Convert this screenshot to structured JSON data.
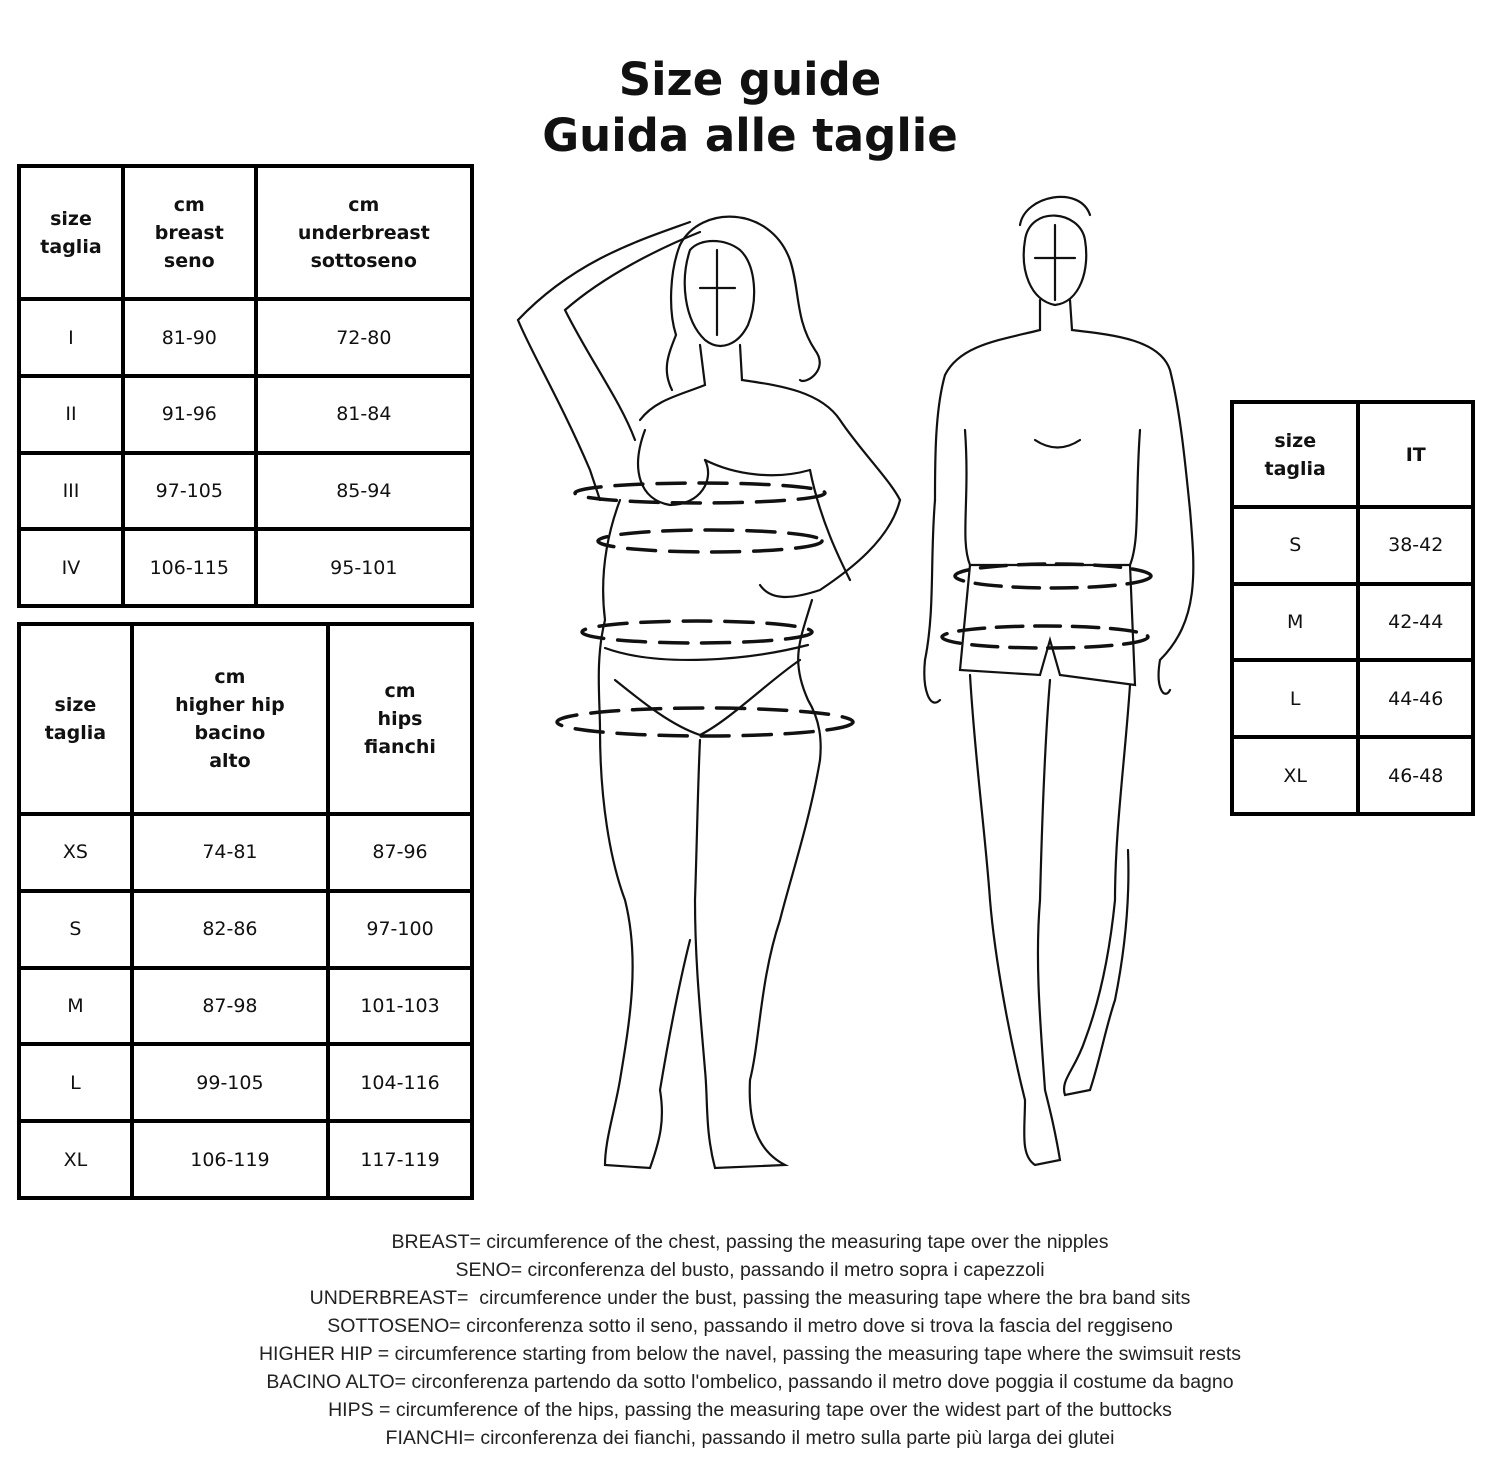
{
  "title": {
    "line1": "Size guide",
    "line2": "Guida alle taglie"
  },
  "bust_table": {
    "headers": [
      "size\ntaglia",
      "cm\nbreast\nseno",
      "cm\nunderbreast\nsottoseno"
    ],
    "rows": [
      [
        "I",
        "81-90",
        "72-80"
      ],
      [
        "II",
        "91-96",
        "81-84"
      ],
      [
        "III",
        "97-105",
        "85-94"
      ],
      [
        "IV",
        "106-115",
        "95-101"
      ]
    ]
  },
  "hip_table": {
    "headers": [
      "size\ntaglia",
      "cm\nhigher hip\nbacino\nalto",
      "cm\nhips\nfianchi"
    ],
    "rows": [
      [
        "XS",
        "74-81",
        "87-96"
      ],
      [
        "S",
        "82-86",
        "97-100"
      ],
      [
        "M",
        "87-98",
        "101-103"
      ],
      [
        "L",
        "99-105",
        "104-116"
      ],
      [
        "XL",
        "106-119",
        "117-119"
      ]
    ]
  },
  "men_table": {
    "headers": [
      "size\ntaglia",
      "IT"
    ],
    "rows": [
      [
        "S",
        "38-42"
      ],
      [
        "M",
        "42-44"
      ],
      [
        "L",
        "44-46"
      ],
      [
        "XL",
        "46-48"
      ]
    ]
  },
  "figures": {
    "woman": "woman-figure-sketch",
    "man": "man-figure-sketch"
  },
  "notes": [
    "BREAST= circumference of the chest, passing the measuring tape over the nipples",
    "SENO= circonferenza del busto, passando il metro sopra i capezzoli",
    "UNDERBREAST=  circumference under the bust, passing the measuring tape where the bra band sits",
    "SOTTOSENO= circonferenza sotto il seno, passando il metro dove si trova la fascia del reggiseno",
    "HIGHER HIP = circumference starting from below the navel, passing the measuring tape where the swimsuit rests",
    "BACINO ALTO= circonferenza partendo da sotto l'ombelico, passando il metro dove poggia il costume da bagno",
    "HIPS = circumference of the hips, passing the measuring tape over the widest part of the buttocks",
    "FIANCHI= circonferenza dei fianchi, passando il metro sulla parte più larga dei glutei"
  ]
}
